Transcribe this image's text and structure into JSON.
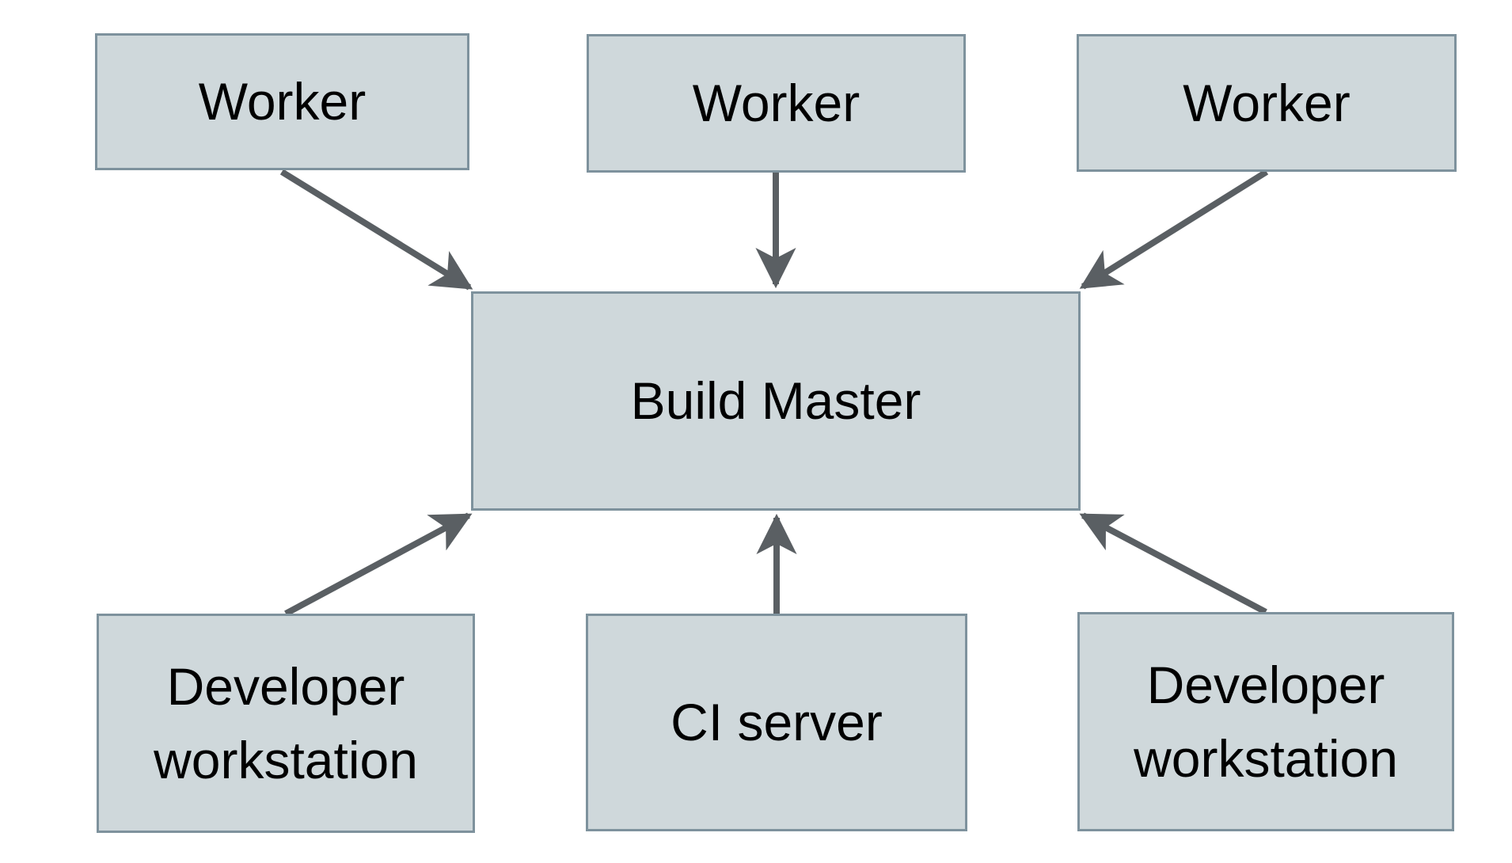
{
  "colors": {
    "node_fill": "#cfd8db",
    "node_border": "#7e929d",
    "arrow": "#5a5f63",
    "text": "#000000",
    "background": "#ffffff"
  },
  "nodes": [
    {
      "id": "worker-1",
      "label": "Worker"
    },
    {
      "id": "worker-2",
      "label": "Worker"
    },
    {
      "id": "worker-3",
      "label": "Worker"
    },
    {
      "id": "build-master",
      "label": "Build Master"
    },
    {
      "id": "dev-workstation-left",
      "label": "Developer workstation"
    },
    {
      "id": "ci-server",
      "label": "CI server"
    },
    {
      "id": "dev-workstation-right",
      "label": "Developer workstation"
    }
  ],
  "edges": [
    {
      "from": "worker-1",
      "to": "build-master"
    },
    {
      "from": "worker-2",
      "to": "build-master"
    },
    {
      "from": "worker-3",
      "to": "build-master"
    },
    {
      "from": "dev-workstation-left",
      "to": "build-master"
    },
    {
      "from": "ci-server",
      "to": "build-master"
    },
    {
      "from": "dev-workstation-right",
      "to": "build-master"
    }
  ]
}
